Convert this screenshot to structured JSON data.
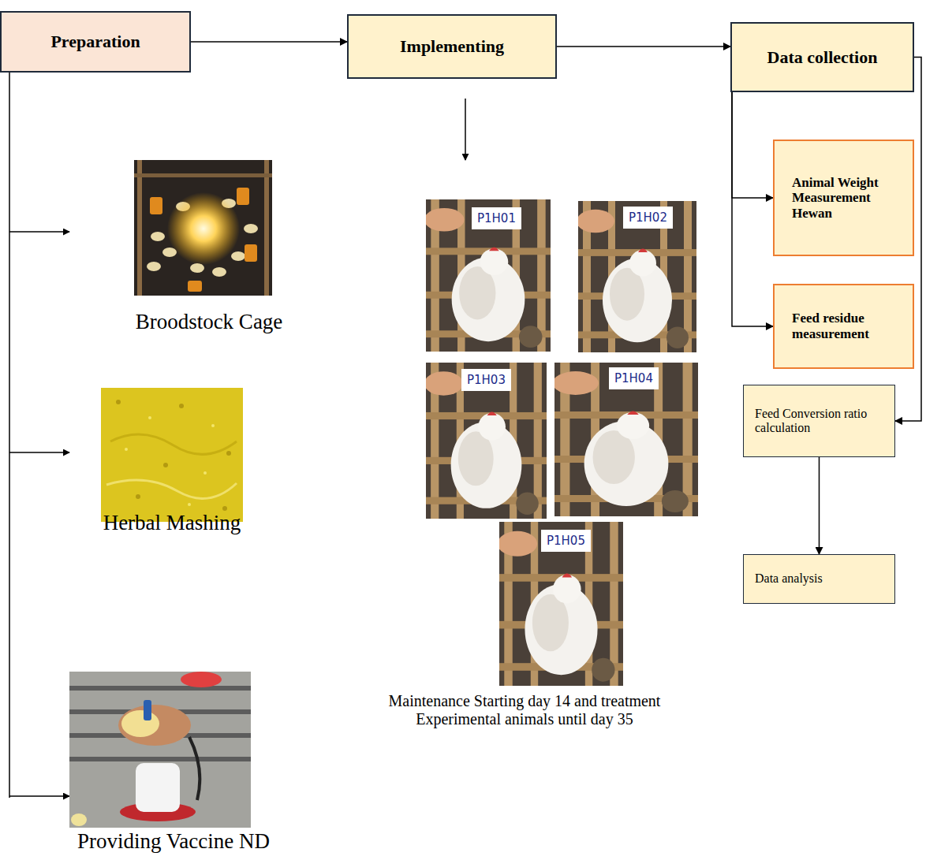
{
  "diagram": {
    "nodes": [
      {
        "text": [
          "Preparation"
        ]
      },
      {
        "text": [
          "Implementing"
        ]
      },
      {
        "text": [
          "Data collection"
        ]
      },
      {
        "text": [
          "Animal Weight Measurement Hewan"
        ]
      },
      {
        "text": [
          "Feed residue measurement"
        ]
      },
      {
        "text": [
          "Feed Conversion ratio calculation"
        ]
      },
      {
        "text": [
          "Data analysis"
        ]
      }
    ],
    "edges": [
      {
        "from": 0,
        "to": 1,
        "arrow": "to"
      },
      {
        "from": 1,
        "to": 2,
        "arrow": "to"
      },
      {
        "from": 2,
        "to": 3,
        "arrow": "to"
      },
      {
        "from": 2,
        "to": 4,
        "arrow": "to"
      },
      {
        "from": 2,
        "to": 5,
        "arrow": "to"
      },
      {
        "from": 5,
        "to": 6,
        "arrow": "to"
      }
    ],
    "labels": [
      "Broodstock Cage",
      "Herbal Mashing",
      "Providing Vaccine ND",
      "P1H01",
      "P1H02",
      "P1H03",
      "P1H04",
      "P1H05",
      "Maintenance Starting day 14 and treatment Experimental animals until day 35"
    ]
  }
}
